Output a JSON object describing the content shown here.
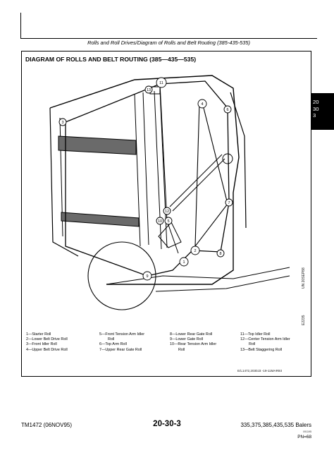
{
  "header": {
    "title": "Rolls and Roll Drives/Diagram of Rolls and Belt Routing (385-435-535)"
  },
  "side_tab": {
    "line1": "20",
    "line2": "30",
    "line3": "3"
  },
  "figure": {
    "title": "DIAGRAM OF ROLLS AND BELT ROUTING (385—435—535)",
    "side_code_1": "UN 20SEP88",
    "side_code_2": "E2235",
    "reference": "E/L1472,2030J3 -19-11MAR93",
    "roll_callouts": [
      "1",
      "2",
      "3",
      "4",
      "5",
      "6",
      "7",
      "8",
      "9",
      "10",
      "11",
      "12",
      "13"
    ]
  },
  "legend": {
    "col1": [
      "1—Starter Roll",
      "2—Lower Belt Drive Roll",
      "3—Front Idler Roll",
      "4—Upper Belt Drive Roll"
    ],
    "col2_l1": "5—Front Tension Arm Idler",
    "col2_l2": "Roll",
    "col2_l3": "6—Top Arm Roll",
    "col2_l4": "7—Upper Rear Gate Roll",
    "col3_l1": "8—Lower Rear Gate Roll",
    "col3_l2": "9—Lower Gate Roll",
    "col3_l3": "10—Rear Tension Arm Idler",
    "col3_l4": "Roll",
    "col4_l1": "11—Top Idler Roll",
    "col4_l2": "12—Center Tension Arm Idler",
    "col4_l3": "Roll",
    "col4_l4": "13—Belt Staggering Roll"
  },
  "footer": {
    "manual": "TM1472 (06NOV95)",
    "page": "20-30-3",
    "models": "335,375,385,435,535 Balers",
    "small_code": "091195",
    "pn": "PN=68"
  }
}
